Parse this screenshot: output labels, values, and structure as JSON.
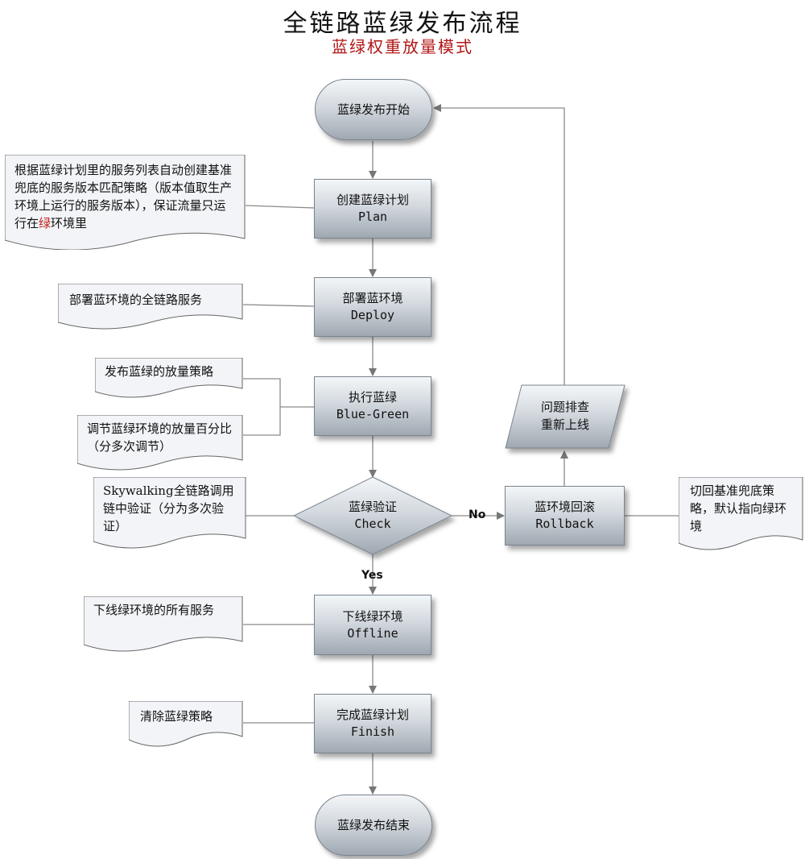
{
  "title": "全链路蓝绿发布流程",
  "subtitle": "蓝绿权重放量模式",
  "start": "蓝绿发布开始",
  "end": "蓝绿发布结束",
  "steps": {
    "plan": {
      "cn": "创建蓝绿计划",
      "en": "Plan"
    },
    "deploy": {
      "cn": "部署蓝环境",
      "en": "Deploy"
    },
    "bluegreen": {
      "cn": "执行蓝绿",
      "en": "Blue-Green"
    },
    "check": {
      "cn": "蓝绿验证",
      "en": "Check"
    },
    "offline": {
      "cn": "下线绿环境",
      "en": "Offline"
    },
    "finish": {
      "cn": "完成蓝绿计划",
      "en": "Finish"
    },
    "rollback": {
      "cn": "蓝环境回滚",
      "en": "Rollback"
    },
    "fix": {
      "line1": "问题排查",
      "line2": "重新上线"
    }
  },
  "edge_labels": {
    "no": "No",
    "yes": "Yes"
  },
  "notes": {
    "plan_pre": "根据蓝绿计划里的服务列表自动创建基准兜底的服务版本匹配策略（版本值取生产环境上运行的服务版本），保证流量只运行在",
    "plan_red": "绿",
    "plan_post": "环境里",
    "deploy": "部署蓝环境的全链路服务",
    "bluegreen_1": "发布蓝绿的放量策略",
    "bluegreen_2": "调节蓝绿环境的放量百分比（分多次调节）",
    "check": "Skywalking全链路调用链中验证（分为多次验证）",
    "rollback": "切回基准兜底策略，默认指向绿环境",
    "offline": "下线绿环境的所有服务",
    "finish": "清除蓝绿策略"
  }
}
